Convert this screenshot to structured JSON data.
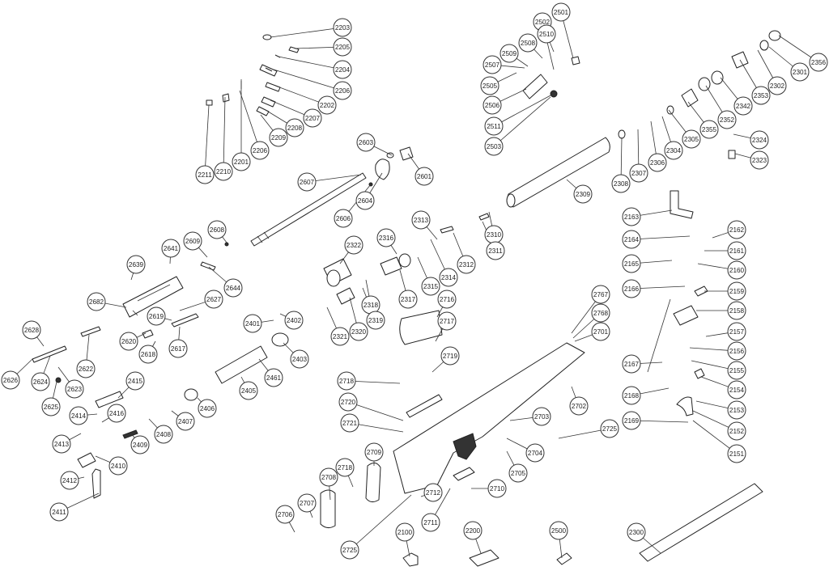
{
  "diagram": {
    "labels": [
      "2203",
      "2205",
      "2204",
      "2206",
      "2202",
      "2207",
      "2208",
      "2209",
      "2206",
      "2201",
      "2210",
      "2211",
      "2607",
      "2603",
      "2601",
      "2604",
      "2606",
      "2608",
      "2609",
      "2644",
      "2641",
      "2639",
      "2682",
      "2627",
      "2619",
      "2617",
      "2620",
      "2618",
      "2622",
      "2628",
      "2624",
      "2623",
      "2625",
      "2626",
      "2401",
      "2402",
      "2403",
      "2461",
      "2405",
      "2415",
      "2414",
      "2416",
      "2413",
      "2410",
      "2409",
      "2408",
      "2407",
      "2406",
      "2412",
      "2411",
      "2501",
      "2502",
      "2510",
      "2508",
      "2509",
      "2507",
      "2505",
      "2506",
      "2511",
      "2503",
      "2356",
      "2301",
      "2302",
      "2353",
      "2342",
      "2352",
      "2355",
      "2305",
      "2304",
      "2306",
      "2307",
      "2308",
      "2324",
      "2323",
      "2309",
      "2313",
      "2310",
      "2311",
      "2312",
      "2314",
      "2315",
      "2316",
      "2317",
      "2318",
      "2319",
      "2320",
      "2321",
      "2322",
      "2163",
      "2162",
      "2164",
      "2161",
      "2165",
      "2160",
      "2166",
      "2159",
      "2158",
      "2157",
      "2156",
      "2155",
      "2154",
      "2153",
      "2152",
      "2151",
      "2167",
      "2168",
      "2169",
      "2767",
      "2768",
      "2701",
      "2716",
      "2717",
      "2719",
      "2718",
      "2702",
      "2720",
      "2703",
      "2721",
      "2725",
      "2704",
      "2705",
      "2709",
      "2718",
      "2708",
      "2712",
      "2710",
      "2707",
      "2706",
      "2711",
      "2725",
      "2100",
      "2200",
      "2500",
      "2300"
    ]
  }
}
